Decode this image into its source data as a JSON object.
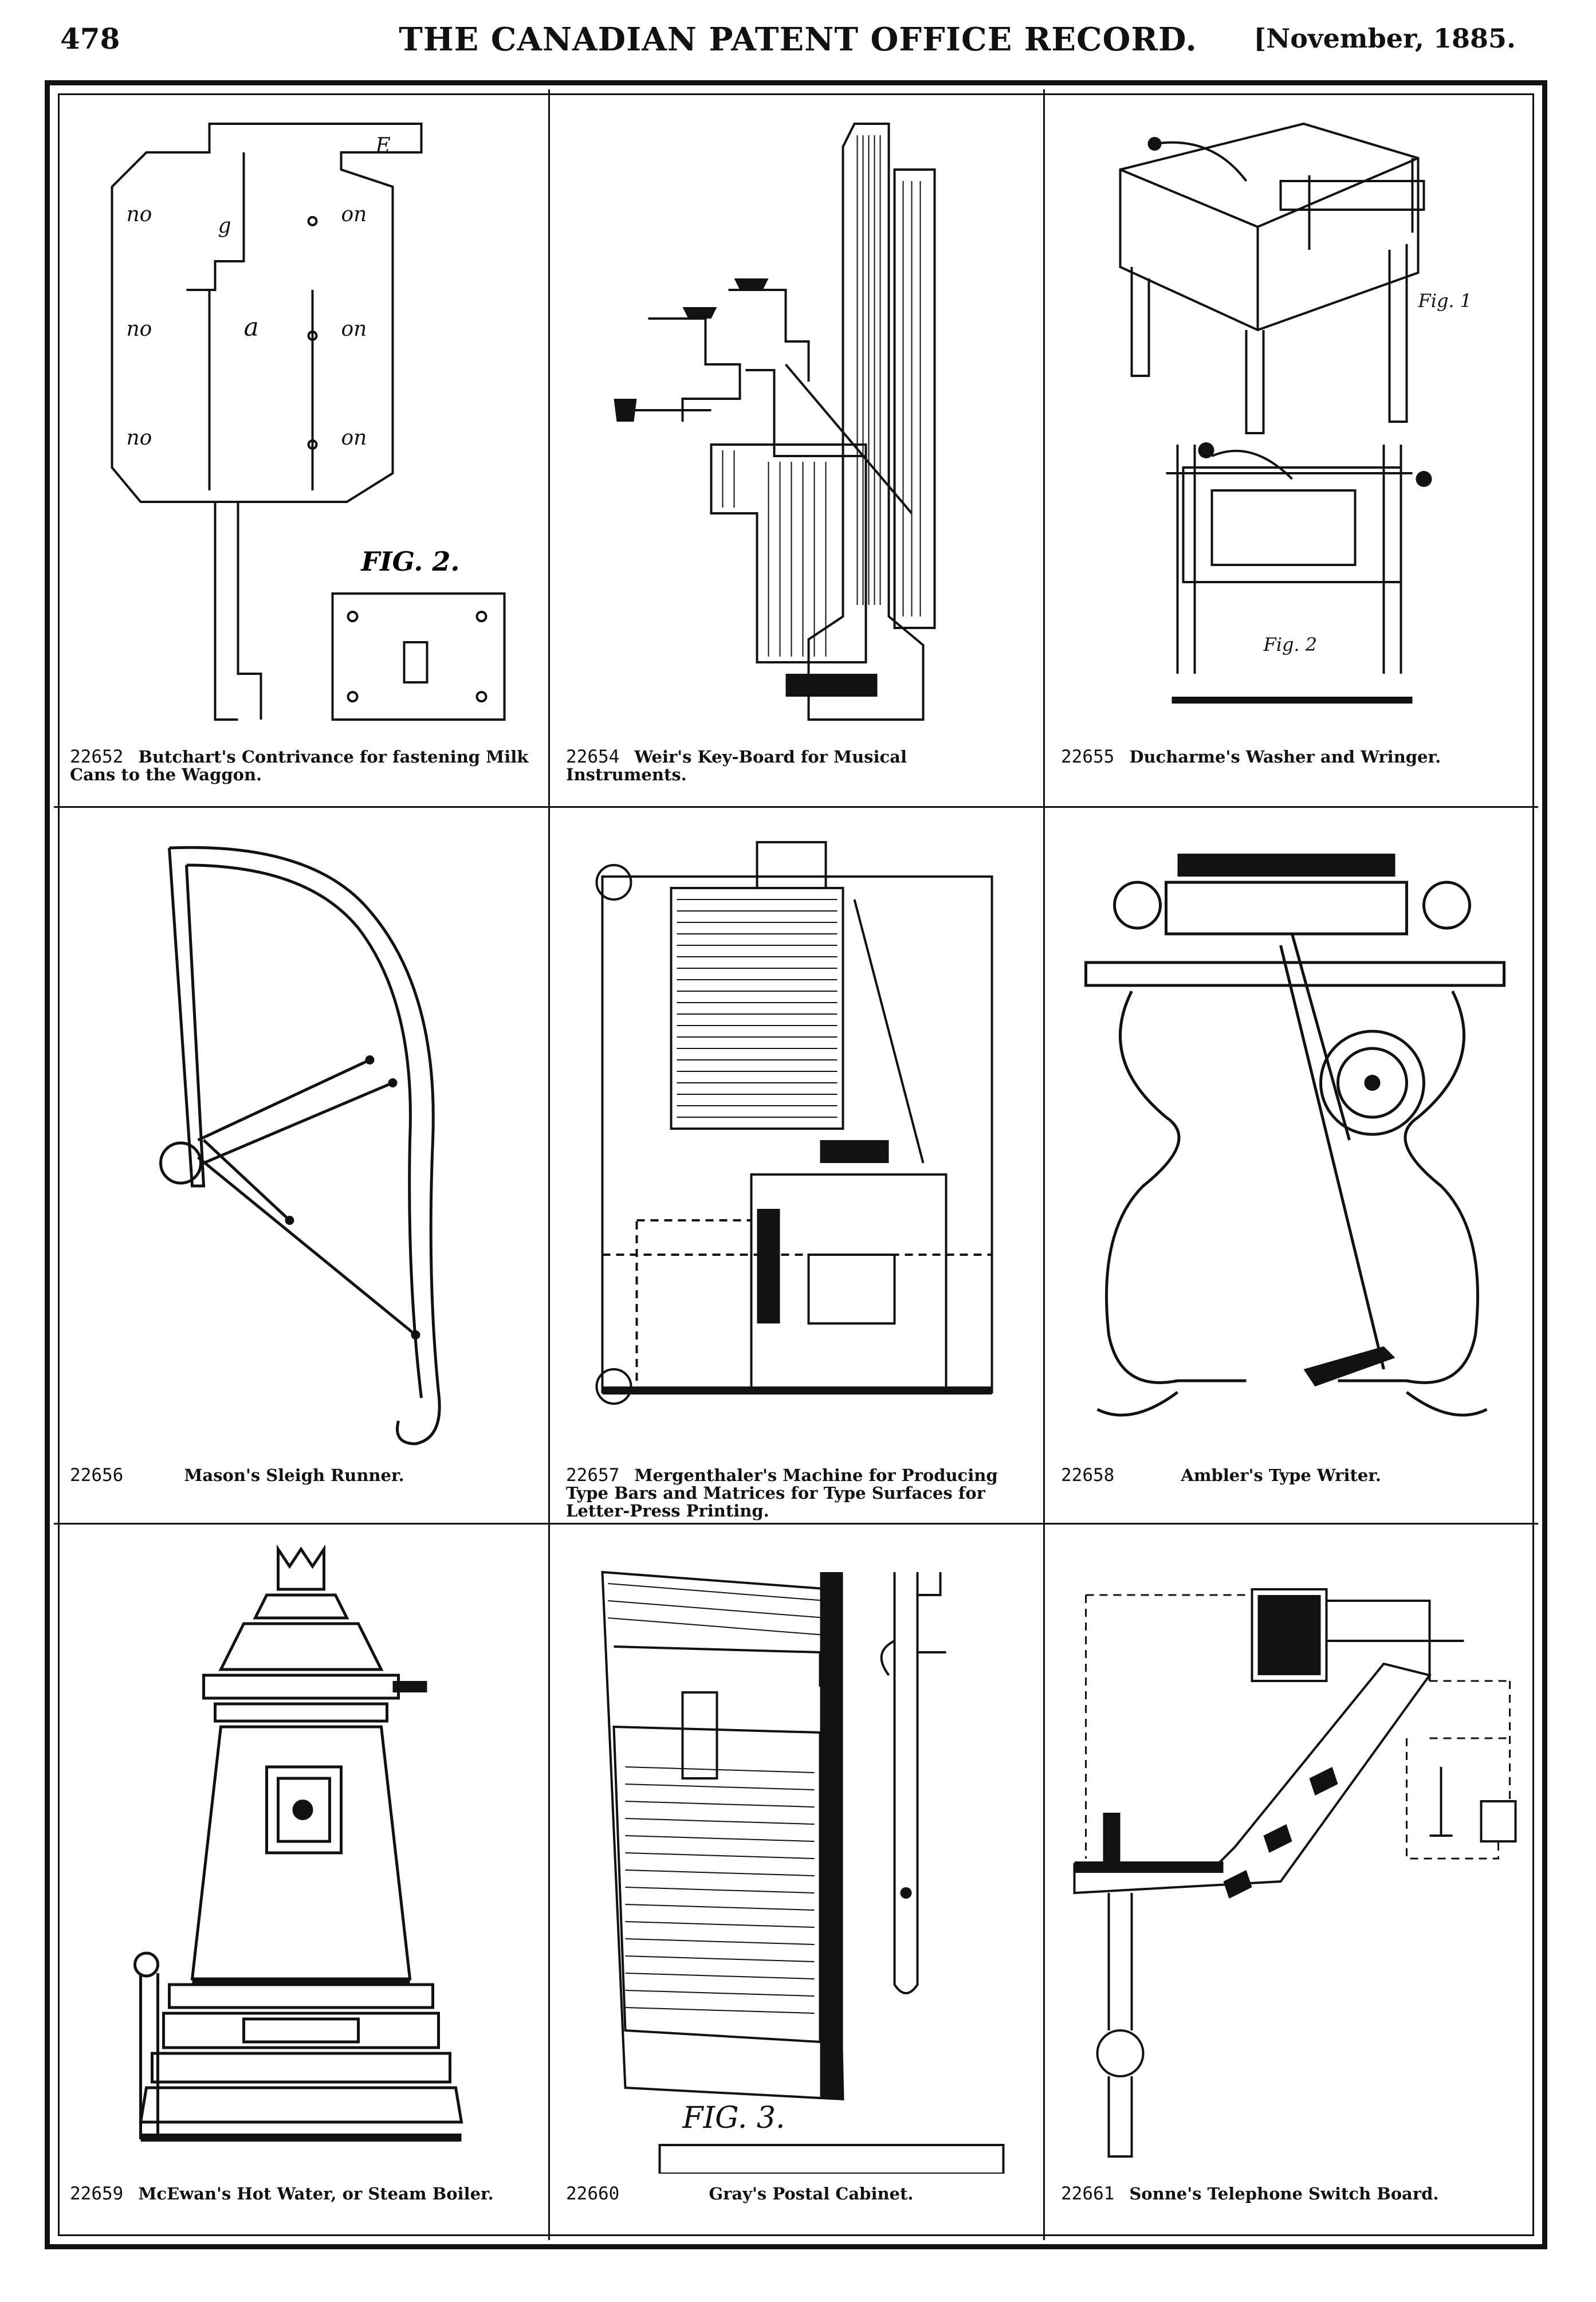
{
  "header": {
    "page_number": "478",
    "title": "THE CANADIAN PATENT OFFICE RECORD.",
    "date": "[November, 1885."
  },
  "patents": [
    {
      "number": "22652",
      "caption": "Butchart's Contrivance for fastening Milk Cans to the Waggon.",
      "fig_label": "FIG. 2."
    },
    {
      "number": "22654",
      "caption": "Weir's Key-Board for Musical Instruments."
    },
    {
      "number": "22655",
      "caption": "Ducharme's Washer and Wringer.",
      "fig_label": "Fig. 1",
      "fig_label_2": "Fig. 2"
    },
    {
      "number": "22656",
      "caption": "Mason's Sleigh Runner."
    },
    {
      "number": "22657",
      "caption": "Mergenthaler's Machine for Producing Type Bars and Matrices for Type Surfaces for Letter-Press Printing."
    },
    {
      "number": "22658",
      "caption": "Ambler's Type Writer."
    },
    {
      "number": "22659",
      "caption": "McEwan's Hot Water, or Steam Boiler."
    },
    {
      "number": "22660",
      "caption": "Gray's Postal Cabinet.",
      "fig_label": "FIG. 3."
    },
    {
      "number": "22661",
      "caption": "Sonne's Telephone Switch Board."
    }
  ]
}
